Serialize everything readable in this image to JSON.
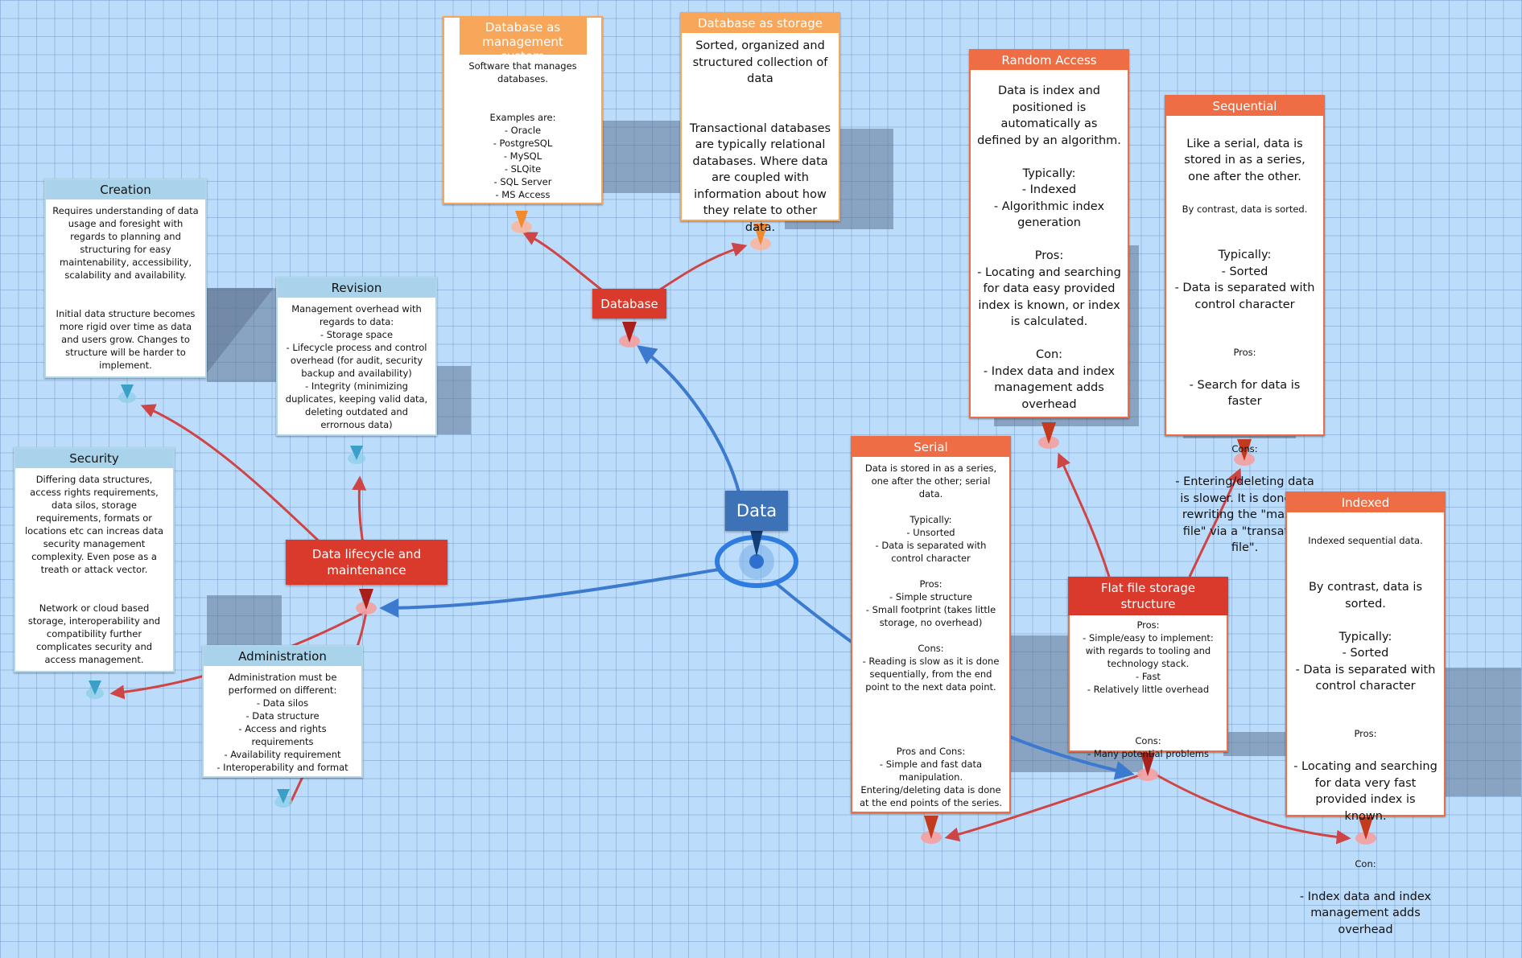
{
  "colors": {
    "central_blue": "#3e72b6",
    "branch_red": "#d93a2c",
    "header_blue": "#a9d3ea",
    "header_orange": "#f7a65a",
    "header_coral": "#ee6d44",
    "connector_blue": "#3c7ad0",
    "connector_red": "#cf4545"
  },
  "central": {
    "label": "Data"
  },
  "branches": {
    "database": "Database",
    "lifecycle": "Data lifecycle and maintenance",
    "flatfile": "Flat file storage structure"
  },
  "cards": {
    "creation": {
      "title": "Creation",
      "body": "Requires understanding of data usage and foresight with regards to planning and structuring for easy maintenability, accessibility, scalability and availability.\n\n\nInitial data structure becomes more rigid over time as data and users grow. Changes to structure will be harder to implement."
    },
    "revision": {
      "title": "Revision",
      "body": "Management overhead with regards to data:\n- Storage space\n- Lifecycle process and control overhead (for audit, security backup and availability)\n- Integrity (minimizing duplicates, keeping valid data, deleting outdated and errornous data)"
    },
    "security": {
      "title": "Security",
      "body": "Differing data structures, access rights requirements, data silos, storage requirements, formats or locations etc can increas data security management complexity. Even pose as a treath or attack vector.\n\n\nNetwork or cloud based storage, interoperability and compatibility further complicates security and access management."
    },
    "administration": {
      "title": "Administration",
      "body": "Administration must be performed on different:\n- Data silos\n- Data structure\n- Access and rights requirements\n- Availability requirement\n- Interoperability and format"
    },
    "db_mgmt": {
      "title": "Database as management system",
      "body": "Software that manages databases.\n\n\nExamples are:\n- Oracle\n- PostgreSQL\n- MySQL\n- SLQite\n- SQL Server\n- MS Access"
    },
    "db_storage": {
      "title": "Database as storage",
      "body": "Sorted, organized and structured collection of data\n\n\nTransactional databases are typically relational databases. Where data are coupled with information about how they relate to other data."
    },
    "random": {
      "title": "Random Access",
      "body": "Data is index and positioned is automatically as defined by an algorithm.\n\nTypically:\n- Indexed\n- Algorithmic index generation\n\nPros:\n- Locating and searching for data easy provided index is known, or index is calculated.\n\nCon:\n- Index data and index management adds overhead"
    },
    "sequential": {
      "title": "Sequential",
      "body1": "Like a serial, data is stored in as a series, one after the other.",
      "body2": "By contrast, data is sorted.",
      "body3": "Typically:\n- Sorted\n- Data is separated with control character",
      "body4": "Pros:",
      "body5": "- Search for data is faster",
      "body6": "Cons:",
      "body7": "- Entering/deleting data is slower. It is done by rewriting the \"master file\" via a \"transation file\"."
    },
    "serial": {
      "title": "Serial",
      "body": "Data is stored in as a series, one after the other; serial data.\n\nTypically:\n- Unsorted\n- Data is separated with control character\n\nPros:\n- Simple structure\n- Small footprint (takes little storage, no overhead)\n\nCons:\n- Reading is slow as it is done sequentially, from the end point to the next data point.\n\n\n\n\nPros and Cons:\n- Simple and fast data manipulation.\nEntering/deleting data is done at the end points of the series."
    },
    "flatfile_detail": {
      "body": "Pros:\n- Simple/easy to implement: with regards to tooling and technology stack.\n- Fast\n- Relatively little overhead\n\n\n\nCons:\n- Many potential problems"
    },
    "indexed": {
      "title": "Indexed",
      "body1": "Indexed sequential data.",
      "body2": "By contrast, data is sorted.\n\nTypically:\n- Sorted\n- Data is separated with control character",
      "body3": "Pros:",
      "body4": "- Locating and searching for data very fast provided index is known.",
      "body5": "Con:",
      "body6": "- Index data and index management adds overhead"
    }
  }
}
